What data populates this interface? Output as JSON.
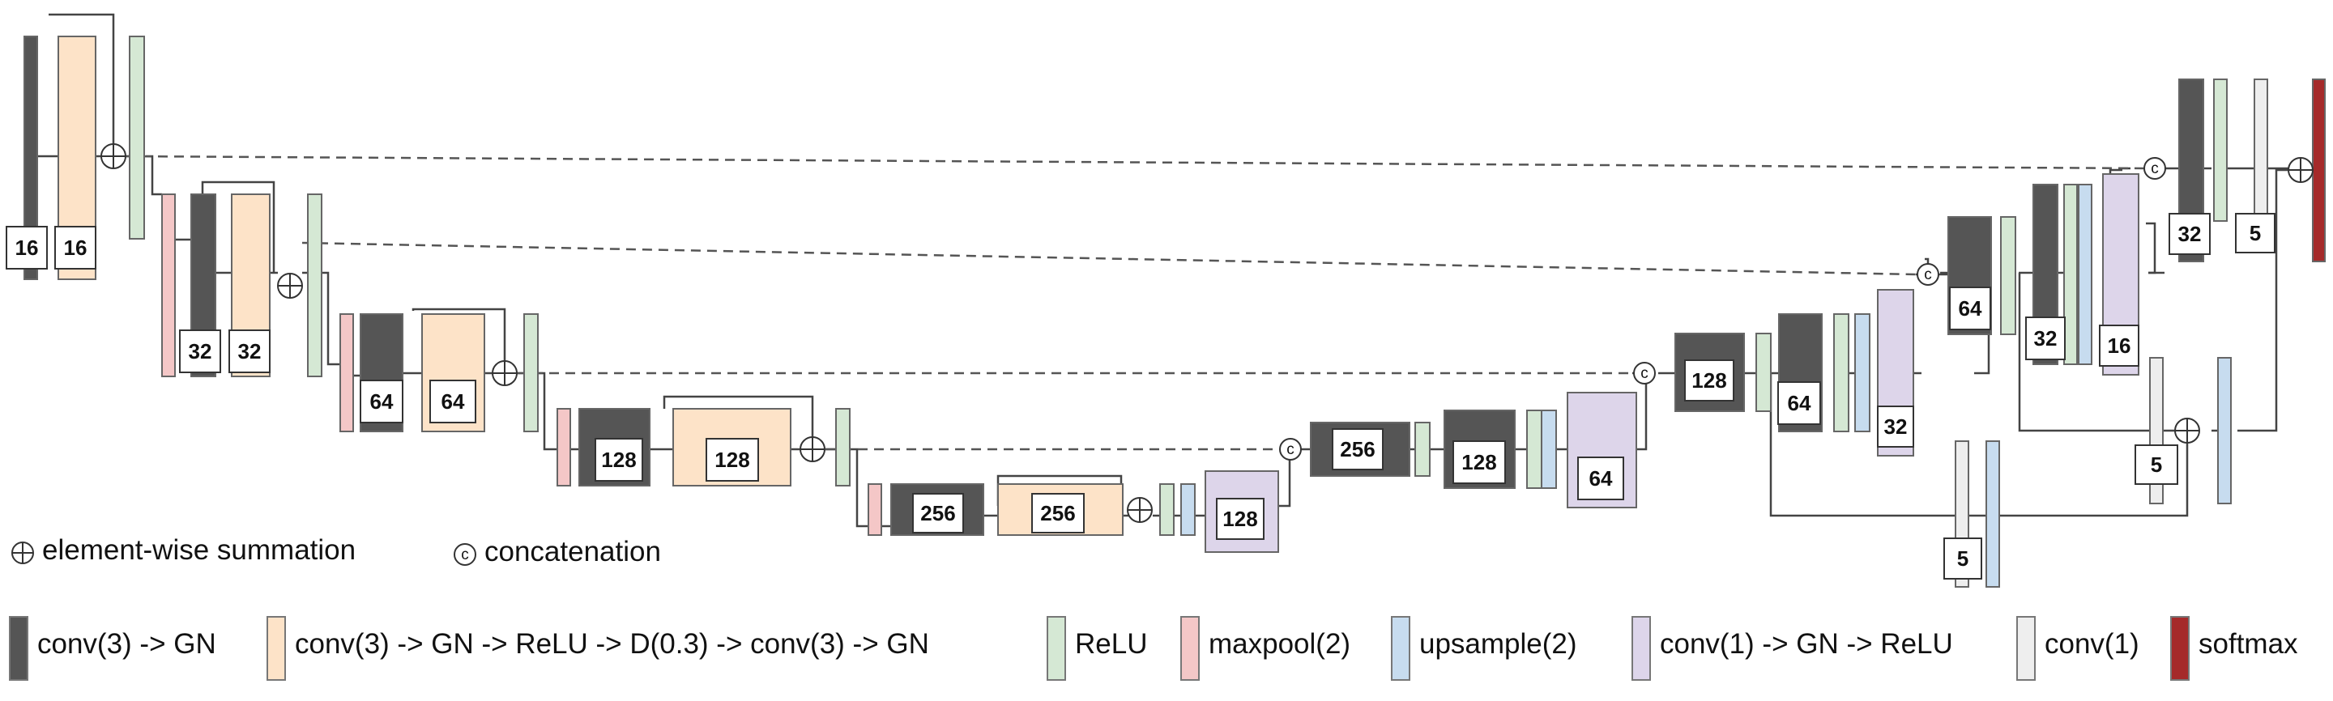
{
  "colors": {
    "conv": "#555555",
    "res": "#fde3c8",
    "relu": "#d5e8d4",
    "pool": "#f4c7c7",
    "up": "#c7dcef",
    "conv1": "#ddd5ea",
    "conv1x1": "#eeeeee",
    "softmax": "#a52a2a",
    "line": "#444444"
  },
  "blocks": {
    "b1_conv": "16",
    "b1_res": "16",
    "b2_conv": "32",
    "b2_res": "32",
    "b3_conv": "64",
    "b3_res": "64",
    "b4_conv": "128",
    "b4_res": "128",
    "b5_conv": "256",
    "b5_res": "256",
    "b5_c1": "128",
    "d4_conv": "256",
    "d4_conv_b": "128",
    "d4_c1": "64",
    "d3_conv": "128",
    "d3_conv_b": "64",
    "d3_c1": "32",
    "d2_conv": "64",
    "d2_conv_b": "32",
    "d2_c1": "16",
    "d1_conv": "32",
    "d1_out": "5",
    "ds1_out": "5",
    "ds2_out": "5"
  },
  "ops": {
    "sum": "⊕",
    "concat": "c"
  },
  "legend": {
    "sum_label": "element-wise summation",
    "concat_label": "concatenation",
    "items": [
      {
        "key": "conv",
        "label": "conv(3) -> GN"
      },
      {
        "key": "res",
        "label": "conv(3) -> GN -> ReLU -> D(0.3) -> conv(3) -> GN"
      },
      {
        "key": "relu",
        "label": "ReLU"
      },
      {
        "key": "pool",
        "label": "maxpool(2)"
      },
      {
        "key": "up",
        "label": "upsample(2)"
      },
      {
        "key": "conv1",
        "label": "conv(1) -> GN -> ReLU"
      },
      {
        "key": "conv1x1",
        "label": "conv(1)"
      },
      {
        "key": "softmax",
        "label": "softmax"
      }
    ]
  }
}
